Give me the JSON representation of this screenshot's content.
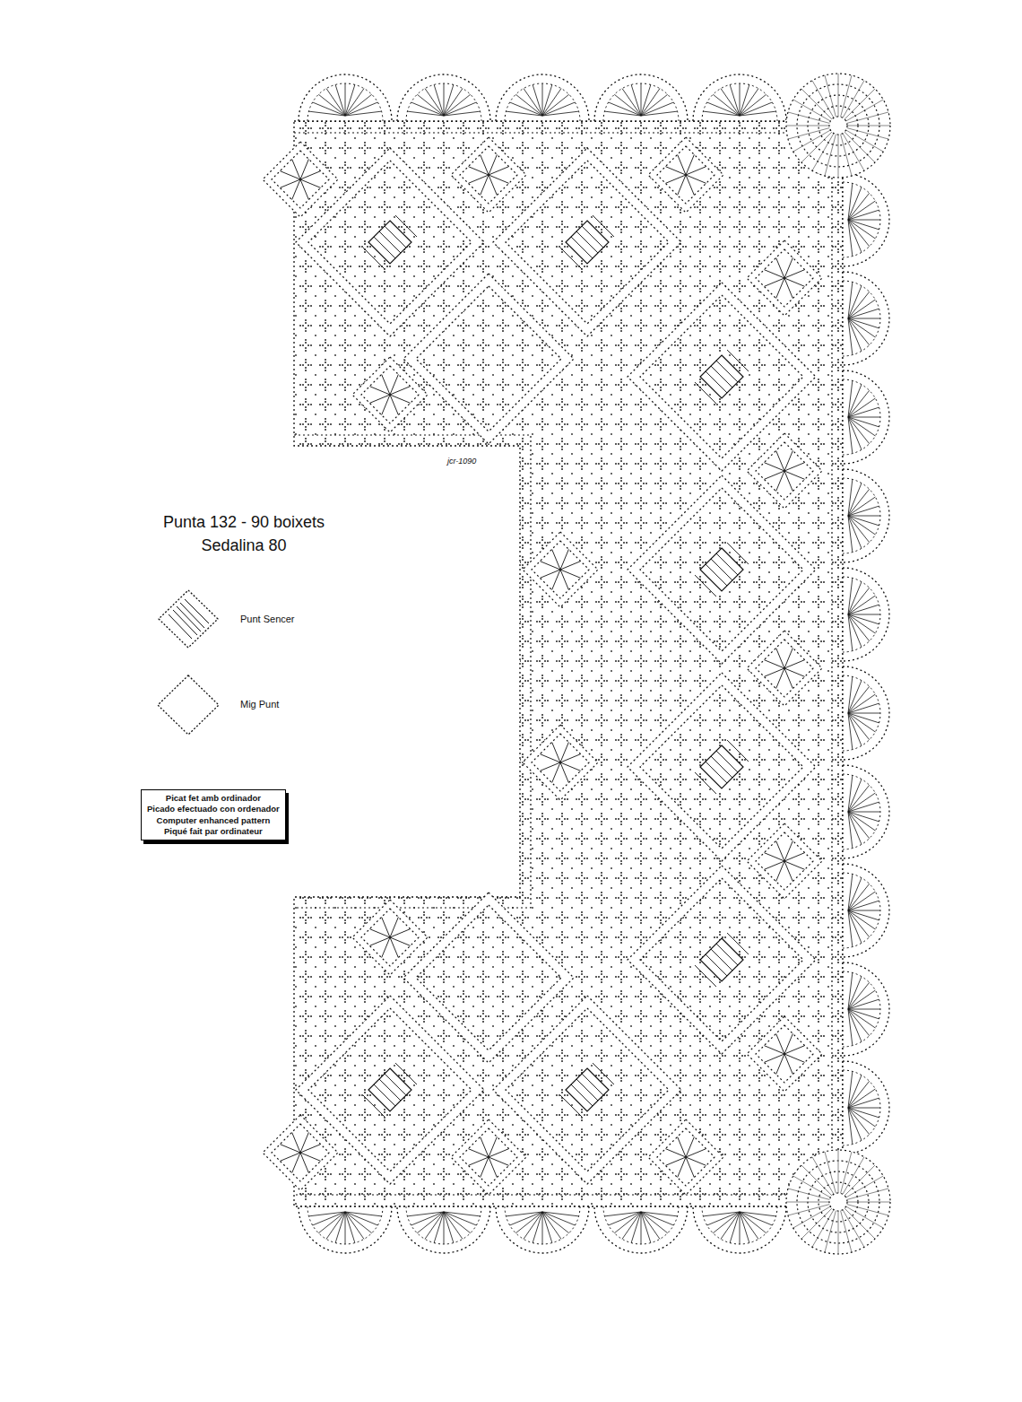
{
  "diagram": {
    "title": "Punta 132 - 90 boixets",
    "nodes": [
      {
        "text": [
          "Picat fet amb ordinador",
          "Picado efectuado con ordenador",
          "Computer enhanced pattern",
          "Piqué fait par ordinateur"
        ]
      }
    ],
    "labels": [
      "Sedalina 80",
      "jcr-1090"
    ],
    "legend": [
      {
        "text": "Punt Sencer"
      },
      {
        "text": "Mig Punt"
      }
    ]
  }
}
